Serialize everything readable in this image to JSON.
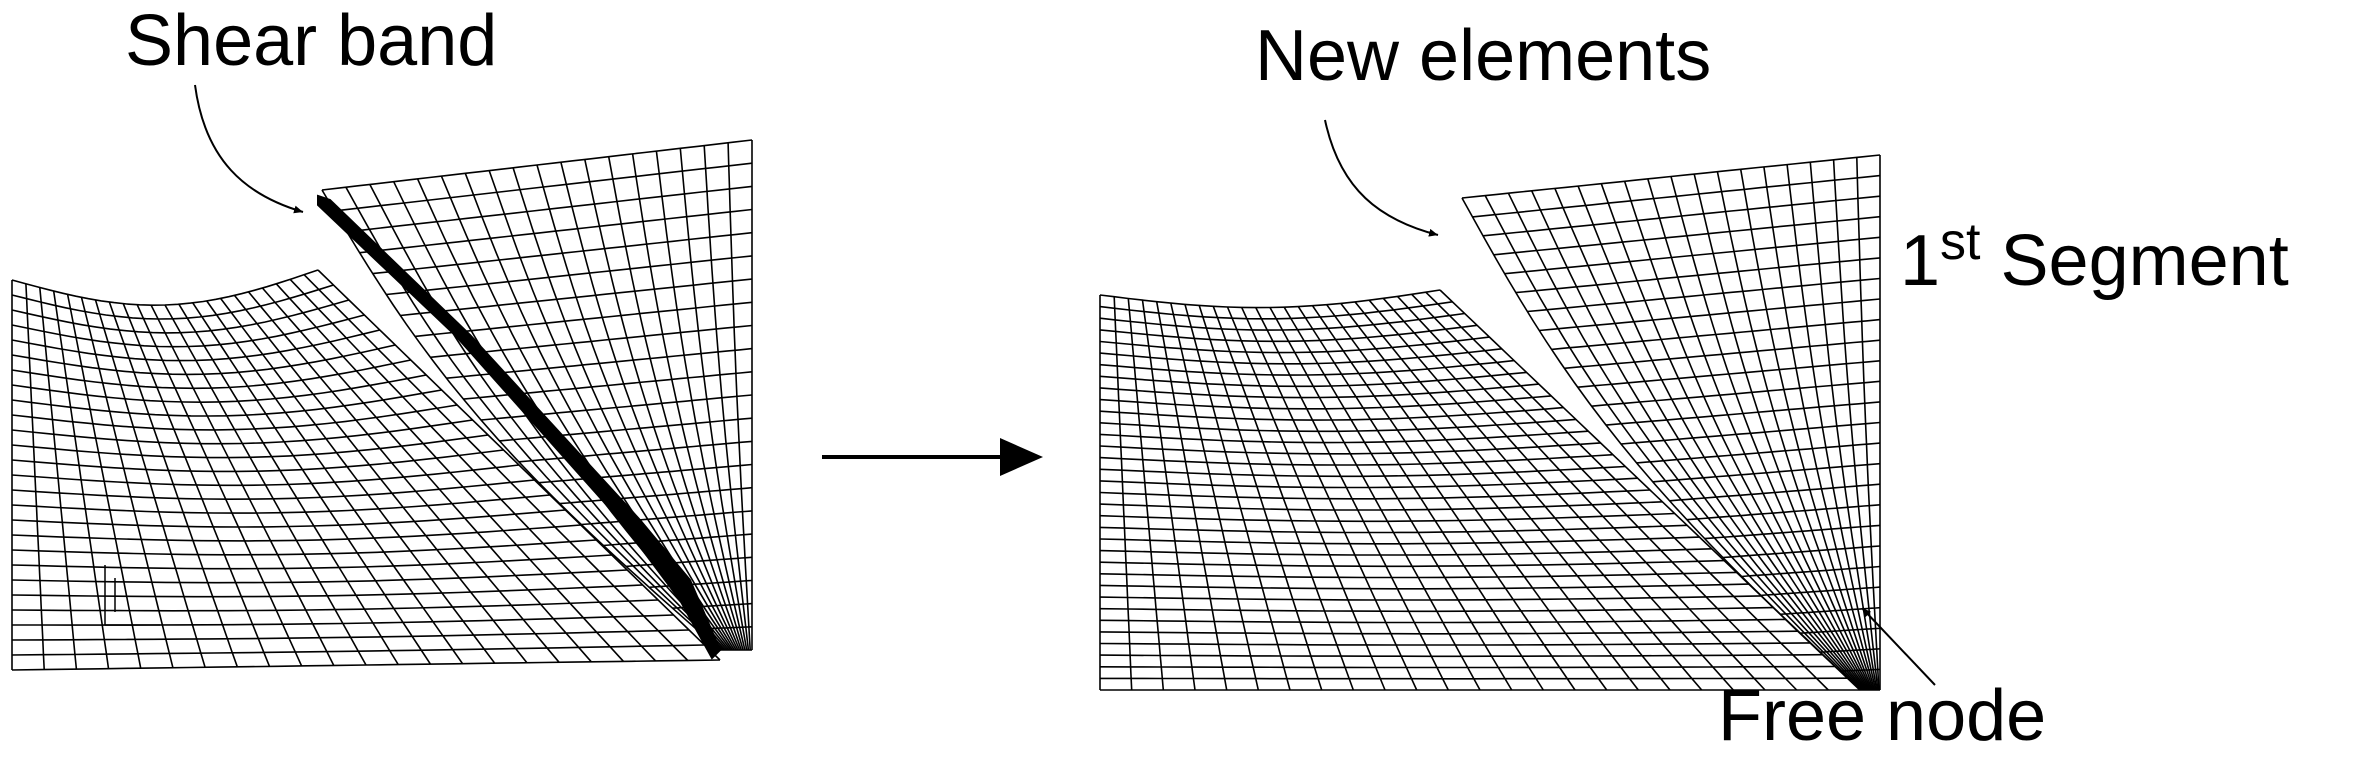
{
  "labels": {
    "shear_band": "Shear band",
    "new_elements": "New elements",
    "segment_number": "1",
    "segment_sup": "st",
    "segment_word": "Segment",
    "free_node": "Free node"
  },
  "colors": {
    "background": "#ffffff",
    "mesh_line": "#000000",
    "shear_band_fill": "#000000"
  },
  "icons": {
    "transition_arrow": "right-arrow-icon"
  }
}
